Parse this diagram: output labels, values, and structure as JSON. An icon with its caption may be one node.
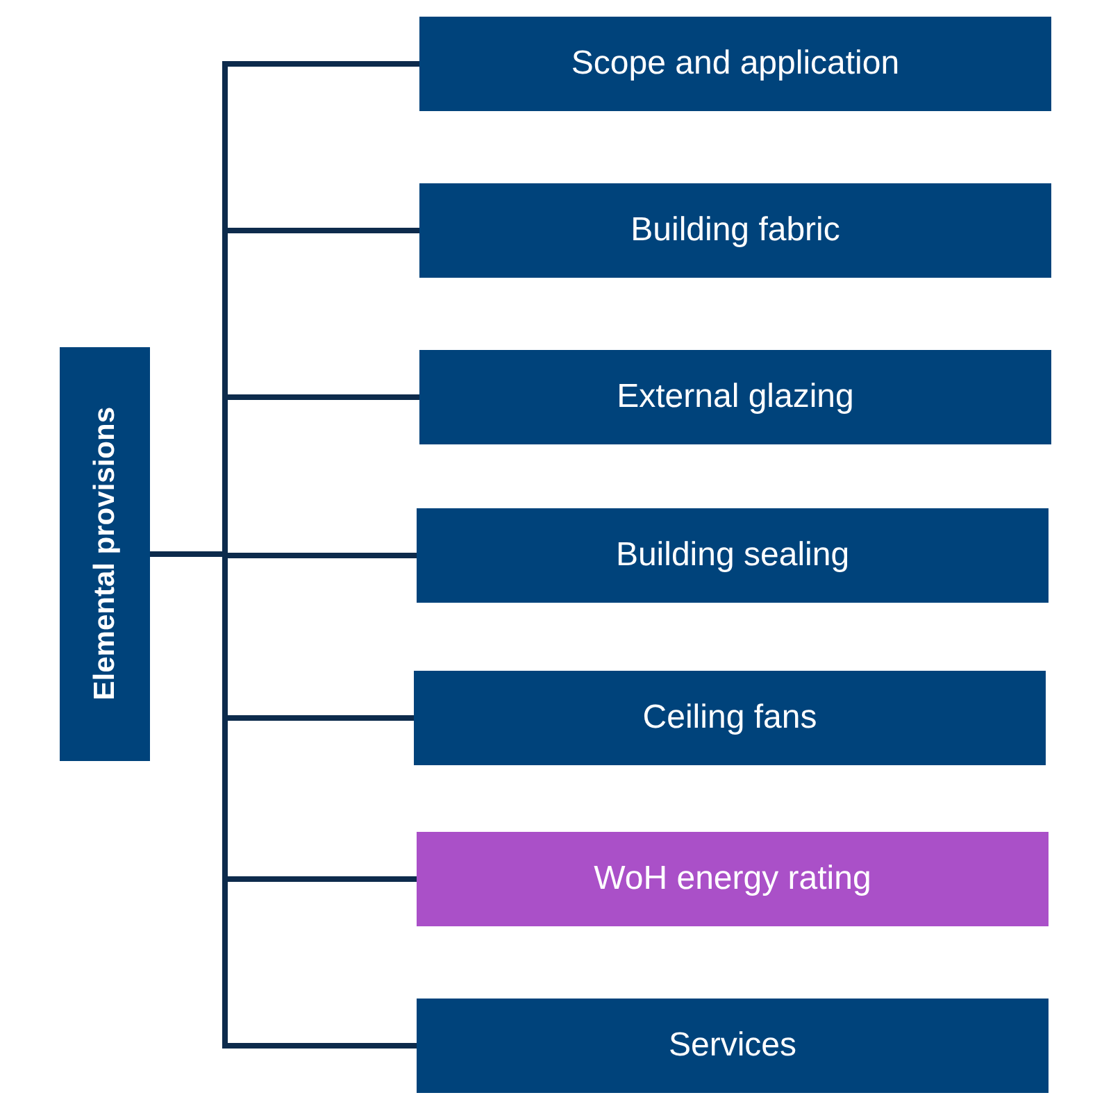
{
  "diagram": {
    "nodes": [
      {
        "text": [
          "Elemental provisions"
        ]
      },
      {
        "text": [
          "Scope and application"
        ]
      },
      {
        "text": [
          "Building fabric"
        ]
      },
      {
        "text": [
          "External glazing"
        ]
      },
      {
        "text": [
          "Building sealing"
        ]
      },
      {
        "text": [
          "Ceiling fans"
        ]
      },
      {
        "text": [
          "WoH energy rating"
        ]
      },
      {
        "text": [
          "Services"
        ]
      }
    ],
    "edges": [
      {
        "from": 0,
        "to": 1,
        "arrow": "none"
      },
      {
        "from": 0,
        "to": 2,
        "arrow": "none"
      },
      {
        "from": 0,
        "to": 3,
        "arrow": "none"
      },
      {
        "from": 0,
        "to": 4,
        "arrow": "none"
      },
      {
        "from": 0,
        "to": 5,
        "arrow": "none"
      },
      {
        "from": 0,
        "to": 6,
        "arrow": "none"
      },
      {
        "from": 0,
        "to": 7,
        "arrow": "none"
      }
    ]
  }
}
